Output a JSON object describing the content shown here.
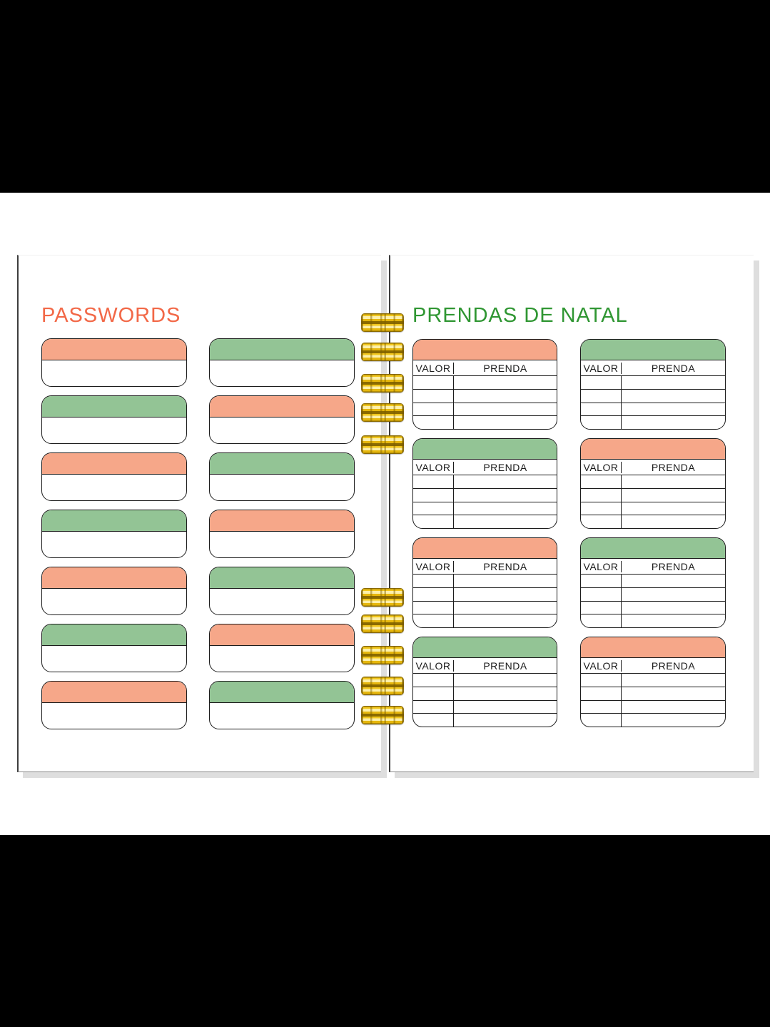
{
  "left_page": {
    "title": "PASSWORDS",
    "boxes": [
      {
        "variant": "orange"
      },
      {
        "variant": "green"
      },
      {
        "variant": "green"
      },
      {
        "variant": "orange"
      },
      {
        "variant": "orange"
      },
      {
        "variant": "green"
      },
      {
        "variant": "green"
      },
      {
        "variant": "orange"
      },
      {
        "variant": "orange"
      },
      {
        "variant": "green"
      },
      {
        "variant": "green"
      },
      {
        "variant": "orange"
      },
      {
        "variant": "orange"
      },
      {
        "variant": "green"
      }
    ]
  },
  "right_page": {
    "title": "PRENDAS DE NATAL",
    "column_headers": {
      "valor": "VALOR",
      "prenda": "PRENDA"
    },
    "body_rows_per_table": 4,
    "tables": [
      {
        "variant": "orange"
      },
      {
        "variant": "green"
      },
      {
        "variant": "green"
      },
      {
        "variant": "orange"
      },
      {
        "variant": "orange"
      },
      {
        "variant": "green"
      },
      {
        "variant": "green"
      },
      {
        "variant": "orange"
      }
    ]
  },
  "binding": {
    "top_coils": 5,
    "bottom_coils": 5
  },
  "colors": {
    "orange_header": "#F6A789",
    "green_header": "#93C495",
    "title_orange": "#F26847",
    "title_green": "#2F9632",
    "coil_gold": "#F2C71D",
    "page_shadow": "#DEDEDE"
  }
}
